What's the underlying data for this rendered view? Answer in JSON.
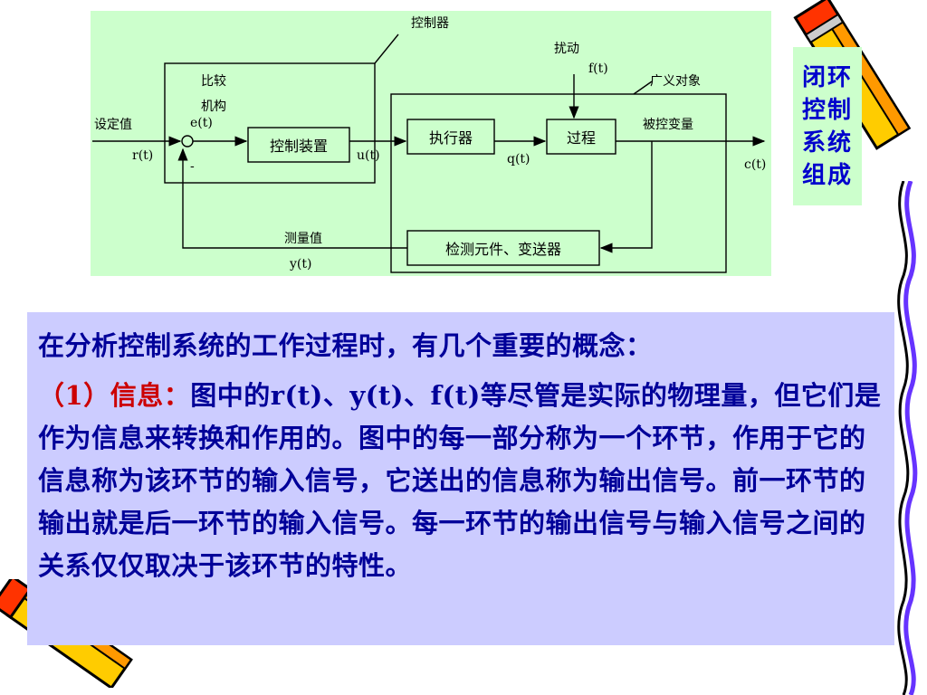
{
  "side_title": "闭环控制系统组成",
  "diagram": {
    "controller_label": "控制器",
    "disturbance_label": "扰动",
    "disturbance_signal": "f(t)",
    "plant_label": "广义对象",
    "comparator_label_1": "比较",
    "comparator_label_2": "机构",
    "error_signal": "e(t)",
    "setpoint_label": "设定值",
    "setpoint_signal": "r(t)",
    "minus_sign": "-",
    "controller_block": "控制装置",
    "controller_output": "u(t)",
    "actuator_block": "执行器",
    "actuator_output": "q(t)",
    "process_block": "过程",
    "controlled_var_label": "被控变量",
    "output_signal": "c(t)",
    "measurement_label": "测量值",
    "measurement_signal": "y(t)",
    "sensor_block": "检测元件、变送器"
  },
  "text": {
    "intro": "在分析控制系统的工作过程时，有几个重要的概念：",
    "item_number": "（1）",
    "item_title": "信息：",
    "item_body": "图中的r(t)、y(t)、f(t)等尽管是实际的物理量，但它们是作为信息来转换和作用的。图中的每一部分称为一个环节，作用于它的信息称为该环节的输入信号，它送出的信息称为输出信号。前一环节的输出就是后一环节的输入信号。每一环节的输出信号与输入信号之间的关系仅仅取决于该环节的特性。"
  },
  "colors": {
    "diagram_bg": "#ccffcc",
    "panel_bg": "#ccccff",
    "text_blue": "#000099",
    "title_blue": "#0000cc",
    "highlight_red": "#cc0000"
  },
  "icons": [
    "pencil-icon-top-right",
    "pencil-icon-bottom-left",
    "wavy-border-right"
  ]
}
